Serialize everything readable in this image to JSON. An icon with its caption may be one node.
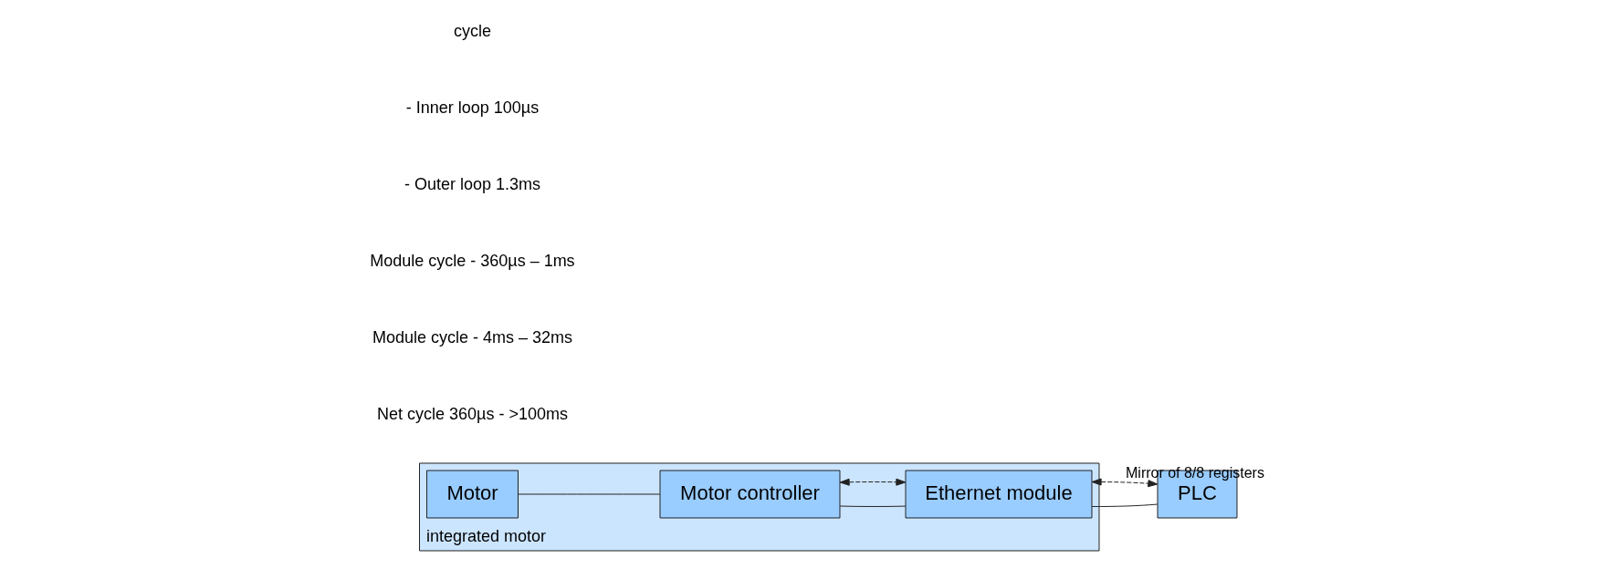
{
  "diagram": {
    "nodes": [
      {
        "text": [
          "integrated motor"
        ]
      },
      {
        "text": [
          "Motor"
        ],
        "in": 0
      },
      {
        "text": [
          "Motor controller"
        ],
        "in": 0
      },
      {
        "text": [
          "Ethernet module"
        ],
        "in": 0
      },
      {
        "text": [
          "PLC"
        ]
      }
    ],
    "edges": [
      {
        "from": 1,
        "to": 2,
        "arrow": "none"
      },
      {
        "from": 2,
        "to": 3,
        "arrow": "none"
      },
      {
        "from": 3,
        "to": 4,
        "arrow": "none"
      },
      {
        "from": 2,
        "to": 3,
        "arrow": "both",
        "style": "dashed"
      },
      {
        "from": 3,
        "to": 4,
        "arrow": "both",
        "style": "dashed",
        "label": "Mirror of 8/8 registers"
      }
    ],
    "labels": [
      "cycle",
      "- Inner loop 100µs",
      "- Outer loop 1.3ms",
      "Module cycle - 360µs – 1ms",
      "Module cycle - 4ms – 32ms",
      "Net cycle 360µs - >100ms"
    ]
  }
}
